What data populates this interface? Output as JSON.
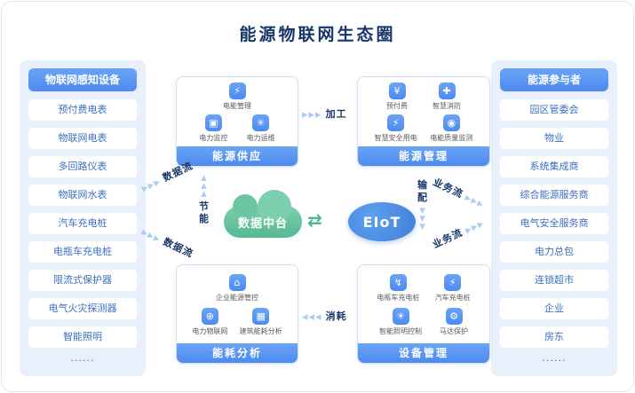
{
  "title": "能源物联网生态圈",
  "left_panel": {
    "header": "物联网感知设备",
    "items": [
      "预付费电表",
      "物联网电表",
      "多回路仪表",
      "物联网水表",
      "汽车充电桩",
      "电瓶车充电桩",
      "限流式保护器",
      "电气火灾探测器",
      "智能照明",
      "······"
    ]
  },
  "right_panel": {
    "header": "能源参与者",
    "items": [
      "园区管委会",
      "物业",
      "系统集成商",
      "综合能源服务商",
      "电气安全服务商",
      "电力总包",
      "连锁超市",
      "企业",
      "房东",
      "······"
    ]
  },
  "nodes": {
    "energy_supply": {
      "label": "能源供应",
      "features": [
        {
          "label": "电能管理",
          "glyph": "⚡"
        },
        {
          "label": "电力监控",
          "glyph": "▣"
        },
        {
          "label": "电力运维",
          "glyph": "✳"
        }
      ]
    },
    "energy_management": {
      "label": "能源管理",
      "features": [
        {
          "label": "预付费",
          "glyph": "¥"
        },
        {
          "label": "智慧消防",
          "glyph": "✚"
        },
        {
          "label": "智慧安全用电",
          "glyph": "⚡"
        },
        {
          "label": "电能质量监测",
          "glyph": "◉"
        }
      ]
    },
    "energy_analysis": {
      "label": "能耗分析",
      "features": [
        {
          "label": "企业能源管控",
          "glyph": "⌂"
        },
        {
          "label": "电力物联网",
          "glyph": "⊕"
        },
        {
          "label": "建筑能耗分析",
          "glyph": "▦"
        }
      ]
    },
    "device_management": {
      "label": "设备管理",
      "features": [
        {
          "label": "电瓶车充电桩",
          "glyph": "↯"
        },
        {
          "label": "汽车充电桩",
          "glyph": "⚡"
        },
        {
          "label": "智能照明控制",
          "glyph": "☀"
        },
        {
          "label": "马达保护",
          "glyph": "⚙"
        }
      ]
    }
  },
  "center": {
    "cloud_label": "数据中台",
    "platform_label": "EIoT",
    "exchange_glyph": "⇄"
  },
  "flows": {
    "process": {
      "label": "加工",
      "chevrons": "▸▸▸"
    },
    "consume": {
      "label": "消耗",
      "chevrons": "◂◂◂"
    },
    "save_energy": {
      "label": "节\n能",
      "chevrons": "▴\n▴\n▴"
    },
    "transmit": {
      "label": "输\n配",
      "chevrons": "▾\n▾\n▾"
    },
    "data_flow_top": {
      "label": "数据流",
      "chevrons": "▸▸▸"
    },
    "data_flow_bottom": {
      "label": "数据流",
      "chevrons": "▸▸▸"
    },
    "business_flow_top": {
      "label": "业务流",
      "chevrons": "▸▸▸"
    },
    "business_flow_bottom": {
      "label": "业务流",
      "chevrons": "▸▸▸"
    }
  },
  "colors": {
    "accent_blue": "#4d8af0",
    "panel_bg": "#e7f0fb",
    "navy": "#17366b",
    "cloud_green": "#5bbf9c",
    "chevron_blue": "#a9cdf5"
  }
}
